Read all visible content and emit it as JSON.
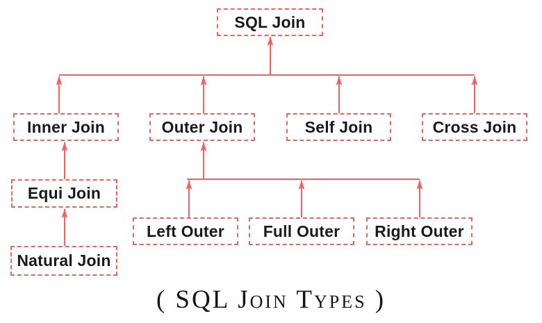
{
  "diagram": {
    "caption": "( SQL Join Types )",
    "accent_color": "#f4625d",
    "text_color": "#1a1a1a",
    "background_color": "#ffffff",
    "nodes": {
      "sql_join": "SQL Join",
      "inner_join": "Inner Join",
      "outer_join": "Outer Join",
      "self_join": "Self Join",
      "cross_join": "Cross Join",
      "equi_join": "Equi Join",
      "natural_join": "Natural Join",
      "left_outer": "Left Outer",
      "full_outer": "Full Outer",
      "right_outer": "Right Outer"
    },
    "hierarchy": {
      "SQL Join": [
        "Inner Join",
        "Outer Join",
        "Self Join",
        "Cross Join"
      ],
      "Inner Join": [
        "Equi Join"
      ],
      "Equi Join": [
        "Natural Join"
      ],
      "Outer Join": [
        "Left Outer",
        "Full Outer",
        "Right Outer"
      ]
    },
    "arrow_direction": "child-to-parent"
  }
}
